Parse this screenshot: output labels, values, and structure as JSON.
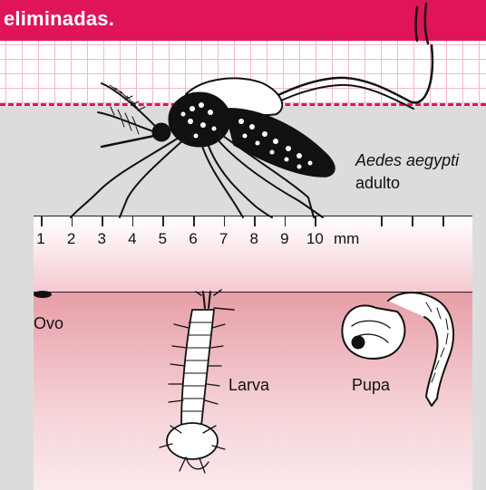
{
  "header": {
    "text": "eliminadas."
  },
  "adult": {
    "species": "Aedes aegypti",
    "stage": "adulto"
  },
  "ruler": {
    "ticks": [
      "1",
      "2",
      "3",
      "4",
      "5",
      "6",
      "7",
      "8",
      "9",
      "10"
    ],
    "unit": "mm"
  },
  "stages": {
    "egg": "Ovo",
    "larva": "Larva",
    "pupa": "Pupa"
  },
  "colors": {
    "brand": "#e0145a",
    "panel": "#dcdcdc",
    "grid": "#f4b8c6"
  }
}
